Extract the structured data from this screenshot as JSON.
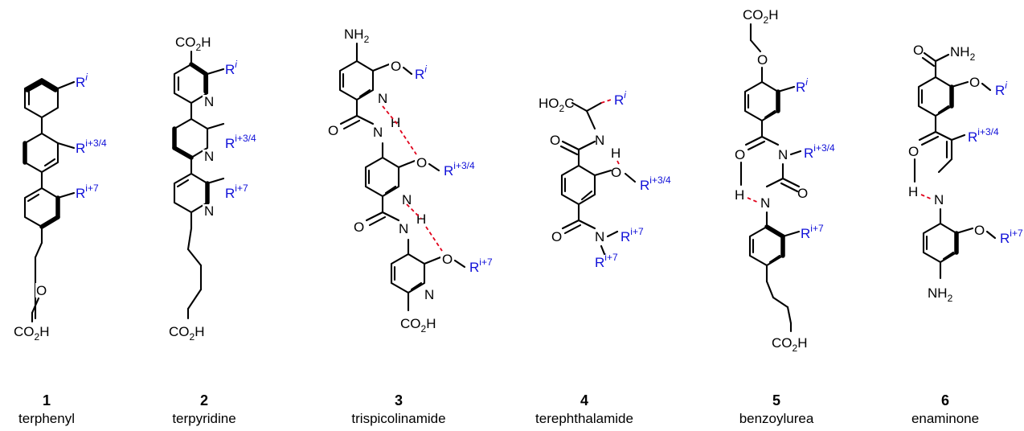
{
  "colors": {
    "bond": "#000000",
    "r_group": "#1010d8",
    "h_bond": "#e0001a"
  },
  "r_groups": {
    "i": "i",
    "i34": "i+3/4",
    "i7": "i+7",
    "prefix": "R"
  },
  "atoms": {
    "CO2H": "CO2H",
    "NH2": "NH2",
    "HO2C": "HO2C",
    "O": "O",
    "N": "N",
    "H": "H"
  },
  "compounds": [
    {
      "number": "1",
      "name": "terphenyl"
    },
    {
      "number": "2",
      "name": "terpyridine"
    },
    {
      "number": "3",
      "name": "trispicolinamide"
    },
    {
      "number": "4",
      "name": "terephthalamide"
    },
    {
      "number": "5",
      "name": "benzoylurea"
    },
    {
      "number": "6",
      "name": "enaminone"
    }
  ]
}
